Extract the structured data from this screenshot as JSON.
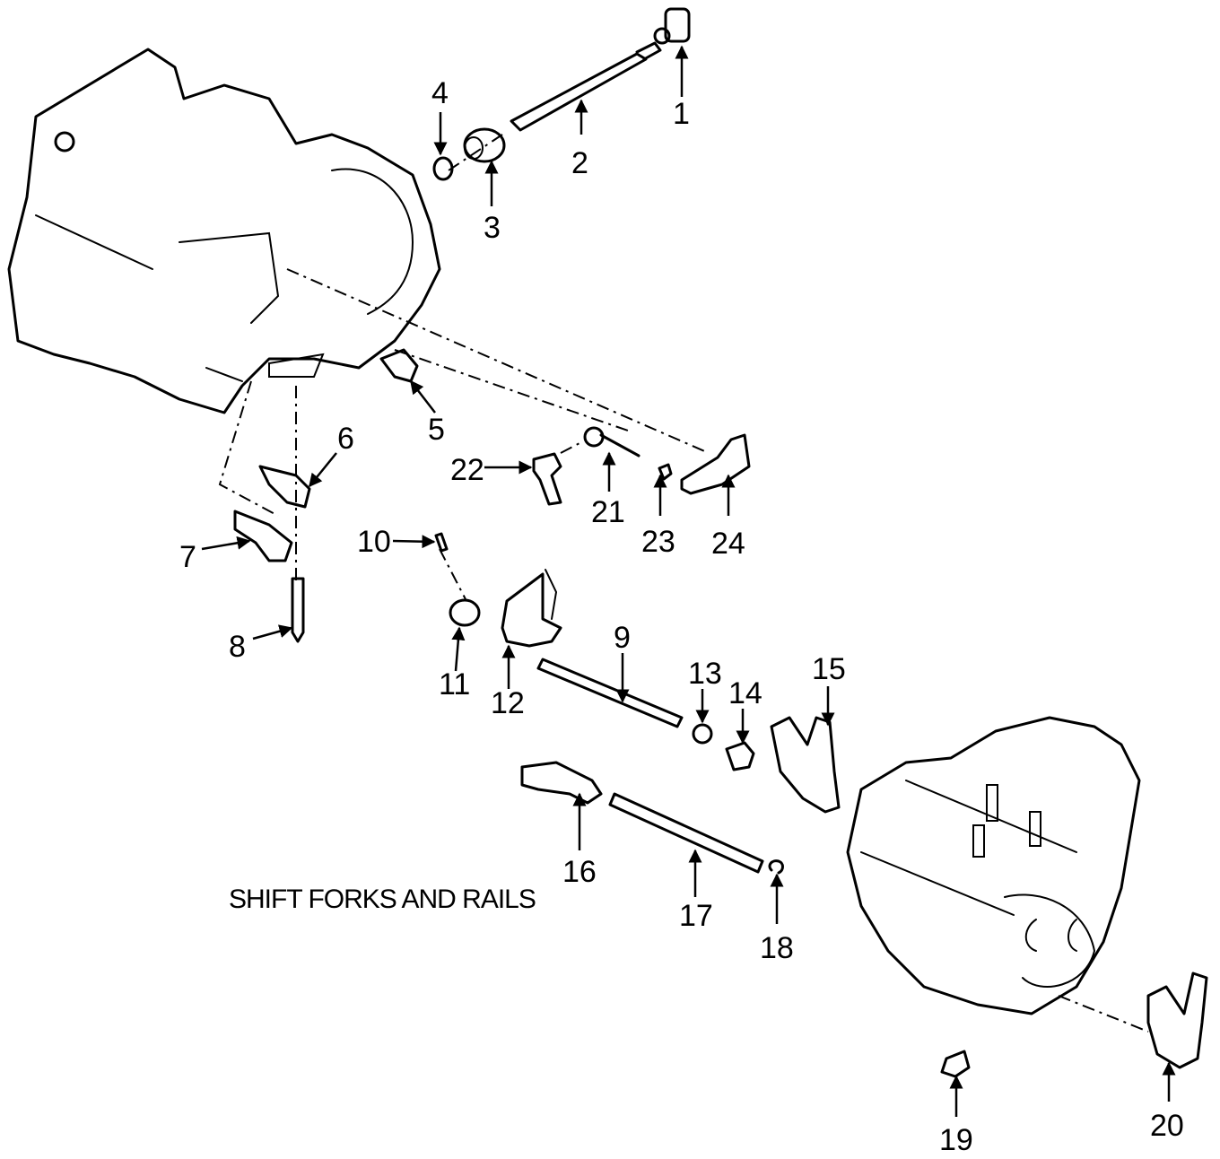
{
  "caption": "SHIFT FORKS AND RAILS",
  "callouts": [
    "1",
    "2",
    "3",
    "4",
    "5",
    "6",
    "7",
    "8",
    "9",
    "10",
    "11",
    "12",
    "13",
    "14",
    "15",
    "16",
    "17",
    "18",
    "19",
    "20",
    "21",
    "22",
    "23",
    "24"
  ]
}
